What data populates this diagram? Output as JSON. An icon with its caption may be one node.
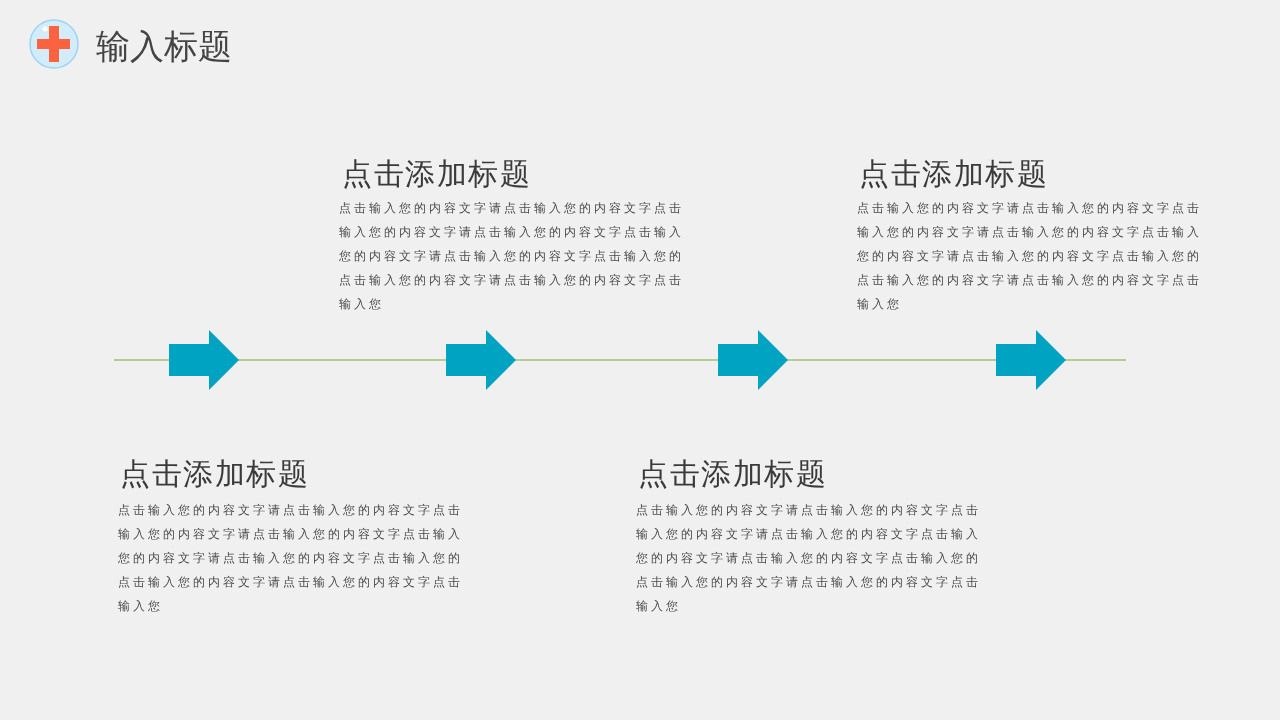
{
  "diagram": {
    "title": "输入标题",
    "labels": [
      "点击添加标题",
      "点击输入您的内容文字请点击输入您的内容文字点击输入您的内容文字请点击输入您的内容文字点击输入您的内容文字请点击输入您的内容文字点击输入您的点击输入您的内容文字请点击输入您的内容文字点击输入您",
      "点击添加标题",
      "点击输入您的内容文字请点击输入您的内容文字点击输入您的内容文字请点击输入您的内容文字点击输入您的内容文字请点击输入您的内容文字点击输入您的点击输入您的内容文字请点击输入您的内容文字点击输入您",
      "点击添加标题",
      "点击输入您的内容文字请点击输入您的内容文字点击输入您的内容文字请点击输入您的内容文字点击输入您的内容文字请点击输入您的内容文字点击输入您的点击输入您的内容文字请点击输入您的内容文字点击输入您",
      "点击添加标题",
      "点击输入您的内容文字请点击输入您的内容文字点击输入您的内容文字请点击输入您的内容文字点击输入您的内容文字请点击输入您的内容文字点击输入您的点击输入您的内容文字请点击输入您的内容文字点击输入您"
    ]
  }
}
